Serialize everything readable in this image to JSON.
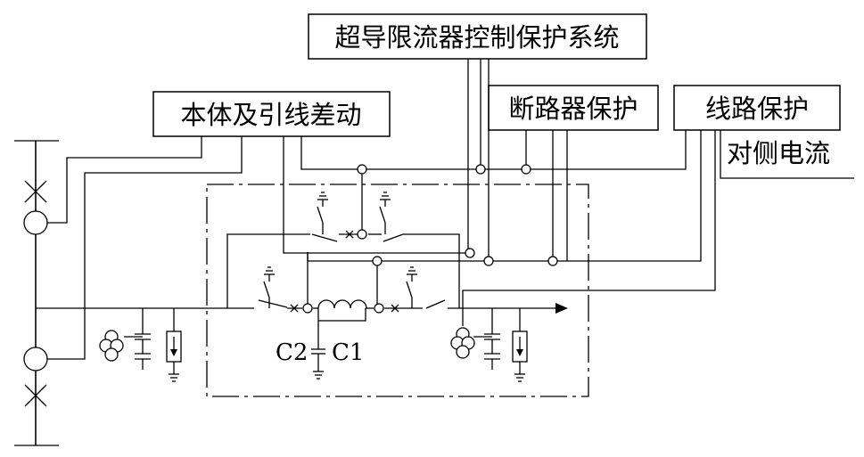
{
  "labels": {
    "sfcl_control": "超导限流器控制保护系统",
    "body_diff": "本体及引线差动",
    "breaker_prot": "断路器保护",
    "line_prot": "线路保护",
    "remote_current": "对侧电流",
    "c2": "C2",
    "c1": "C1"
  }
}
